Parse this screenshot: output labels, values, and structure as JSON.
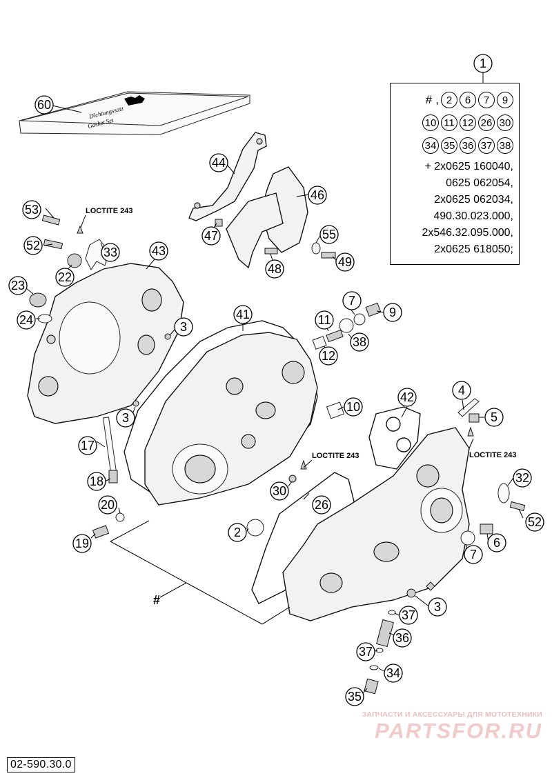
{
  "figure_number": "02-590.30.0",
  "watermark": {
    "tagline": "ЗАПЧАСТИ И АКСЕССУАРЫ ДЛЯ МОТОТЕХНИКИ",
    "brand": "PARTSFOR.RU"
  },
  "loctite_labels": [
    "LOCTITE 243",
    "LOCTITE 243",
    "LOCTITE 243"
  ],
  "hash_symbol": "#",
  "gasket_kit_text": [
    "Dichtungssatz",
    "Gasket Set"
  ],
  "set_box": {
    "title_number": "1",
    "rows": [
      [
        "#",
        "2",
        "6",
        "7",
        "9"
      ],
      [
        "10",
        "11",
        "12",
        "26",
        "30"
      ],
      [
        "34",
        "35",
        "36",
        "37",
        "38"
      ]
    ],
    "lines": [
      "+ 2x0625 160040,",
      "0625 062054,",
      "2x0625 062034,",
      "490.30.023.000,",
      "2x546.32.095.000,",
      "2x0625 618050;"
    ]
  },
  "callouts": {
    "c1": "1",
    "c60": "60",
    "c44": "44",
    "c46": "46",
    "c53": "53",
    "c52a": "52",
    "c33": "33",
    "c22": "22",
    "c43": "43",
    "c47": "47",
    "c48": "48",
    "c55": "55",
    "c49": "49",
    "c23": "23",
    "c24": "24",
    "c3a": "3",
    "c41": "41",
    "c7a": "7",
    "c9": "9",
    "c11": "11",
    "c38": "38",
    "c12": "12",
    "c3b": "3",
    "c10": "10",
    "c42": "42",
    "c4": "4",
    "c5": "5",
    "c17": "17",
    "c18": "18",
    "c20": "20",
    "c19": "19",
    "c30": "30",
    "c26": "26",
    "c32": "32",
    "c52b": "52",
    "c2": "2",
    "c6": "6",
    "c7b": "7",
    "c3c": "3",
    "c37a": "37",
    "c36": "36",
    "c37b": "37",
    "c34": "34",
    "c35": "35"
  }
}
